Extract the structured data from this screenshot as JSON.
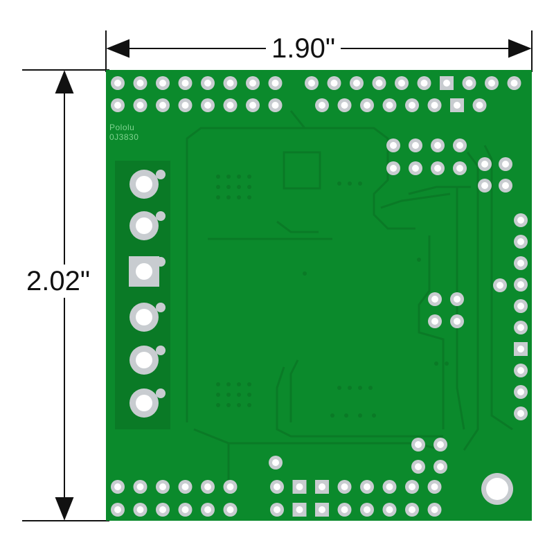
{
  "dimensions": {
    "width_label": "1.90\"",
    "height_label": "2.02\""
  },
  "board": {
    "silkscreen_brand": "Pololu",
    "silkscreen_code": "0J3830",
    "colors": {
      "substrate": "#0b8a2c",
      "trace": "#0a7a26",
      "pad": "#c8ccd0",
      "hole": "#ffffff",
      "silkscreen": "#7fd38f"
    }
  }
}
